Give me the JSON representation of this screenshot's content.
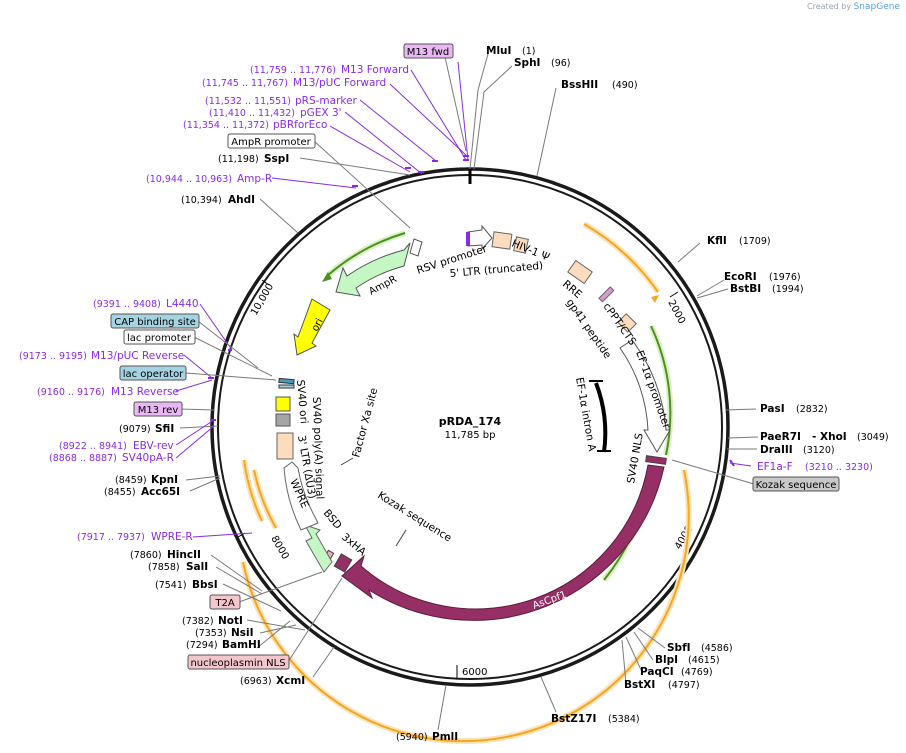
{
  "header": {
    "created_by": "Created by",
    "brand": "SnapGene"
  },
  "plasmid": {
    "name": "pRDA_174",
    "size": "11,785 bp"
  },
  "ticks": [
    {
      "label": "2000"
    },
    {
      "label": "4000"
    },
    {
      "label": "6000"
    },
    {
      "label": "8000"
    },
    {
      "label": "10,000"
    }
  ],
  "enzymes": [
    {
      "name": "MluI",
      "pos": "(1)"
    },
    {
      "name": "SphI",
      "pos": "(96)"
    },
    {
      "name": "BssHII",
      "pos": "(490)"
    },
    {
      "name": "KflI",
      "pos": "(1709)"
    },
    {
      "name": "EcoRI",
      "pos": "(1976)"
    },
    {
      "name": "BstBI",
      "pos": "(1994)"
    },
    {
      "name": "PasI",
      "pos": "(2832)"
    },
    {
      "name": "PaeR7I",
      "name2": "- XhoI",
      "pos": "(3049)"
    },
    {
      "name": "DraIII",
      "pos": "(3120)"
    },
    {
      "name": "SbfI",
      "pos": "(4586)"
    },
    {
      "name": "BlpI",
      "pos": "(4615)"
    },
    {
      "name": "PaqCI",
      "pos": "(4769)"
    },
    {
      "name": "BstXI",
      "pos": "(4797)"
    },
    {
      "name": "BstZ17I",
      "pos": "(5384)"
    },
    {
      "name": "PmlI",
      "pos": "(5940)"
    },
    {
      "name": "XcmI",
      "pos": "(6963)"
    },
    {
      "name": "BamHI",
      "pos": "(7294)"
    },
    {
      "name": "NsiI",
      "pos": "(7353)"
    },
    {
      "name": "NotI",
      "pos": "(7382)"
    },
    {
      "name": "BbsI",
      "pos": "(7541)"
    },
    {
      "name": "SalI",
      "pos": "(7858)"
    },
    {
      "name": "HincII",
      "pos": "(7860)"
    },
    {
      "name": "Acc65I",
      "pos": "(8455)"
    },
    {
      "name": "KpnI",
      "pos": "(8459)"
    },
    {
      "name": "SfiI",
      "pos": "(9079)"
    },
    {
      "name": "AhdI",
      "pos": "(10,394)"
    },
    {
      "name": "SspI",
      "pos": "(11,198)"
    }
  ],
  "primers": [
    {
      "name": "M13 Forward",
      "pos": "(11,759 .. 11,776)"
    },
    {
      "name": "M13/pUC Forward",
      "pos": "(11,745 .. 11,767)"
    },
    {
      "name": "pRS-marker",
      "pos": "(11,532 .. 11,551)"
    },
    {
      "name": "pGEX 3'",
      "pos": "(11,410 .. 11,432)"
    },
    {
      "name": "pBRforEco",
      "pos": "(11,354 .. 11,372)"
    },
    {
      "name": "Amp-R",
      "pos": "(10,944 .. 10,963)"
    },
    {
      "name": "L4440",
      "pos": "(9391 .. 9408)"
    },
    {
      "name": "M13/pUC Reverse",
      "pos": "(9173 .. 9195)"
    },
    {
      "name": "M13 Reverse",
      "pos": "(9160 .. 9176)"
    },
    {
      "name": "EBV-rev",
      "pos": "(8922 .. 8941)"
    },
    {
      "name": "SV40pA-R",
      "pos": "(8868 .. 8887)"
    },
    {
      "name": "WPRE-R",
      "pos": "(7917 .. 7937)"
    },
    {
      "name": "EF1a-F",
      "pos": "(3210 .. 3230)"
    }
  ],
  "boxed_labels": [
    {
      "text": "M13 fwd",
      "fill": "#e8b7f4"
    },
    {
      "text": "AmpR promoter",
      "fill": "#ffffff"
    },
    {
      "text": "CAP binding site",
      "fill": "#a5d3e2"
    },
    {
      "text": "lac promoter",
      "fill": "#ffffff"
    },
    {
      "text": "lac operator",
      "fill": "#a5d3e2"
    },
    {
      "text": "M13 rev",
      "fill": "#e8b7f4"
    },
    {
      "text": "Kozak sequence",
      "fill": "#c8c8c8"
    },
    {
      "text": "T2A",
      "fill": "#f3c6cc"
    },
    {
      "text": "nucleoplasmin NLS",
      "fill": "#f3c6cc"
    }
  ],
  "features": [
    {
      "text": "RSV promoter"
    },
    {
      "text": "5' LTR (truncated)"
    },
    {
      "text": "HIV-1 Ψ"
    },
    {
      "text": "RRE"
    },
    {
      "text": "gp41 peptide"
    },
    {
      "text": "cPPT/CTS"
    },
    {
      "text": "EF-1α promoter"
    },
    {
      "text": "EF-1α intron A"
    },
    {
      "text": "SV40 NLS"
    },
    {
      "text": "AsCpf1"
    },
    {
      "text": "Kozak sequence"
    },
    {
      "text": "3xHA"
    },
    {
      "text": "BSD"
    },
    {
      "text": "WPRE"
    },
    {
      "text": "3' LTR (ΔU3)"
    },
    {
      "text": "SV40 poly(A) signal"
    },
    {
      "text": "SV40 ori"
    },
    {
      "text": "Factor Xa site"
    },
    {
      "text": "ori"
    },
    {
      "text": "AmpR"
    }
  ],
  "colors": {
    "backbone": "#1a1a1a",
    "enzyme_line": "#7a7a7a",
    "primer": "#8a2be2",
    "orf_outline": "#f5a623",
    "orf_green": "#6bb53a",
    "ascpf1": "#962f66",
    "ampr": "#c5f7c5",
    "ori": "#ffff00"
  }
}
